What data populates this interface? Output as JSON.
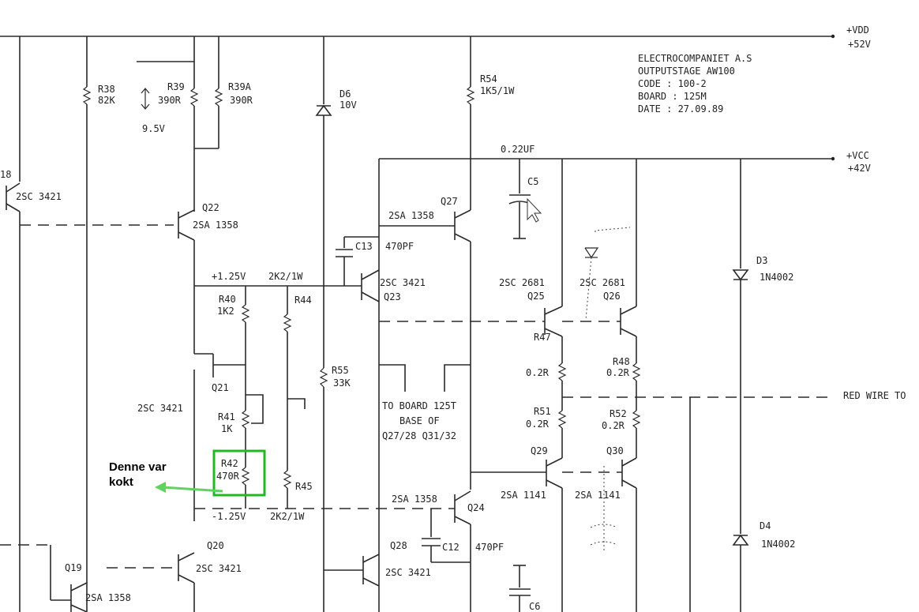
{
  "title_block": {
    "line1": "ELECTROCOMPANIET A.S",
    "line2": "OUTPUTSTAGE AW100",
    "line3": "CODE : 100-2",
    "line4": "BOARD : 125M",
    "line5": "DATE : 27.09.89"
  },
  "rails": {
    "vdd": "+VDD",
    "vdd_v": "+52V",
    "vcc": "+VCC",
    "vcc_v": "+42V",
    "red_wire": "RED WIRE TO"
  },
  "labels": {
    "q18": "18",
    "q18_type": "2SC 3421",
    "r38": "R38",
    "r38_v": "82K",
    "r39": "R39",
    "r39_v": "390R",
    "r39a": "R39A",
    "r39a_v": "390R",
    "v95": "9.5V",
    "q22": "Q22",
    "q22_type": "2SA 1358",
    "d6": "D6",
    "d6_v": "10V",
    "r54": "R54",
    "r54_v": "1K5/1W",
    "c5_cap": "0.22UF",
    "c5": "C5",
    "q27": "Q27",
    "q27_type": "2SA 1358",
    "c13": "C13",
    "c13_v": "470PF",
    "v125p": "+1.25V",
    "r44_top": "2K2/1W",
    "q23_type": "2SC 3421",
    "q23": "Q23",
    "r40": "R40",
    "r40_v": "1K2",
    "r44": "R44",
    "q25_type": "2SC 2681",
    "q25": "Q25",
    "q26_type": "2SC 2681",
    "q26": "Q26",
    "d3": "D3",
    "d3_v": "1N4002",
    "q21": "Q21",
    "r55": "R55",
    "r55_v": "33K",
    "r47": "R47",
    "r47_v": "0.2R",
    "r48": "R48",
    "r48_v": "0.2R",
    "q21_type": "2SC 3421",
    "r41": "R41",
    "r41_v": "1K",
    "board1": "TO BOARD 125T",
    "board2": "BASE OF",
    "board3": "Q27/28 Q31/32",
    "r51": "R51",
    "r51_v": "0.2R",
    "r52": "R52",
    "r52_v": "0.2R",
    "q29": "Q29",
    "q30": "Q30",
    "r42": "R42",
    "r42_v": "470R",
    "r45": "R45",
    "q24_type": "2SA 1358",
    "q24": "Q24",
    "q29_type": "2SA 1141",
    "q30_type": "2SA 1141",
    "v125n": "-1.25V",
    "r45_bot": "2K2/1W",
    "d4": "D4",
    "d4_v": "1N4002",
    "q20": "Q20",
    "q28": "Q28",
    "c12": "C12",
    "c12_v": "470PF",
    "q19": "Q19",
    "q20_type": "2SC 3421",
    "q28_type": "2SC 3421",
    "c6": "C6",
    "q19_type": "2SA 1358"
  },
  "annotation": {
    "line1": "Denne var",
    "line2": "kokt",
    "color": "#5fd35f",
    "box_color": "#22b822"
  }
}
